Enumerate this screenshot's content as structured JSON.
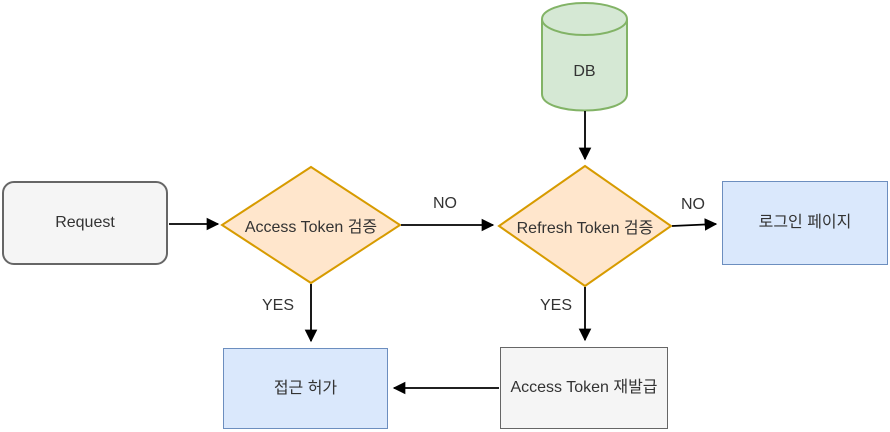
{
  "diagram": {
    "nodes": {
      "request": {
        "label": "Request",
        "type": "process"
      },
      "access_token_check": {
        "label": "Access Token 검증",
        "type": "decision"
      },
      "refresh_token_check": {
        "label": "Refresh Token 검증",
        "type": "decision"
      },
      "db": {
        "label": "DB",
        "type": "database"
      },
      "login_page": {
        "label": "로그인 페이지",
        "type": "result"
      },
      "access_grant": {
        "label": "접근 허가",
        "type": "result"
      },
      "token_reissue": {
        "label": "Access Token 재발급",
        "type": "process"
      }
    },
    "edges": [
      {
        "from": "request",
        "to": "access_token_check",
        "label": ""
      },
      {
        "from": "access_token_check",
        "to": "refresh_token_check",
        "label": "NO"
      },
      {
        "from": "access_token_check",
        "to": "access_grant",
        "label": "YES"
      },
      {
        "from": "db",
        "to": "refresh_token_check",
        "label": ""
      },
      {
        "from": "refresh_token_check",
        "to": "login_page",
        "label": "NO"
      },
      {
        "from": "refresh_token_check",
        "to": "token_reissue",
        "label": "YES"
      },
      {
        "from": "token_reissue",
        "to": "access_grant",
        "label": ""
      }
    ],
    "colors": {
      "decision_fill": "#ffe6cc",
      "decision_stroke": "#d79b00",
      "database_fill": "#d5e8d4",
      "database_stroke": "#82b366",
      "result_fill": "#dae8fc",
      "result_stroke": "#6c8ebf",
      "process_fill": "#f5f5f5",
      "process_stroke": "#666666",
      "arrow": "#000000",
      "text": "#333333",
      "background": "#ffffff"
    }
  }
}
